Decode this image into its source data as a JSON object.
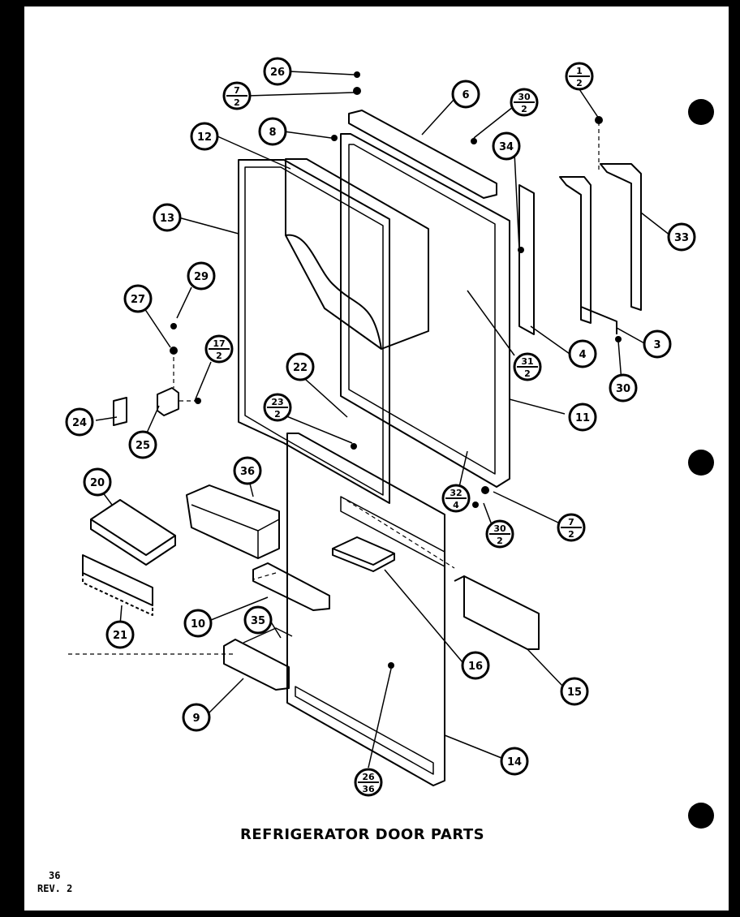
{
  "diagram": {
    "title": "REFRIGERATOR DOOR PARTS",
    "page_number": "36",
    "revision": "REV. 2",
    "callouts": [
      {
        "id": "c26a",
        "top": "26"
      },
      {
        "id": "c7_2a",
        "top": "7",
        "bottom": "2"
      },
      {
        "id": "c8",
        "top": "8"
      },
      {
        "id": "c12",
        "top": "12"
      },
      {
        "id": "c6",
        "top": "6"
      },
      {
        "id": "c30_2a",
        "top": "30",
        "bottom": "2"
      },
      {
        "id": "c1_2",
        "top": "1",
        "bottom": "2"
      },
      {
        "id": "c34",
        "top": "34"
      },
      {
        "id": "c13",
        "top": "13"
      },
      {
        "id": "c33",
        "top": "33"
      },
      {
        "id": "c29",
        "top": "29"
      },
      {
        "id": "c27",
        "top": "27"
      },
      {
        "id": "c17_2",
        "top": "17",
        "bottom": "2"
      },
      {
        "id": "c31_2",
        "top": "31",
        "bottom": "2"
      },
      {
        "id": "c4",
        "top": "4"
      },
      {
        "id": "c3",
        "top": "3"
      },
      {
        "id": "c30b",
        "top": "30"
      },
      {
        "id": "c22",
        "top": "22"
      },
      {
        "id": "c23_2",
        "top": "23",
        "bottom": "2"
      },
      {
        "id": "c24",
        "top": "24"
      },
      {
        "id": "c25",
        "top": "25"
      },
      {
        "id": "c11",
        "top": "11"
      },
      {
        "id": "c36",
        "top": "36"
      },
      {
        "id": "c20",
        "top": "20"
      },
      {
        "id": "c32_4",
        "top": "32",
        "bottom": "4"
      },
      {
        "id": "c30_2b",
        "top": "30",
        "bottom": "2"
      },
      {
        "id": "c7_2b",
        "top": "7",
        "bottom": "2"
      },
      {
        "id": "c10",
        "top": "10"
      },
      {
        "id": "c35",
        "top": "35"
      },
      {
        "id": "c21",
        "top": "21"
      },
      {
        "id": "c16",
        "top": "16"
      },
      {
        "id": "c15",
        "top": "15"
      },
      {
        "id": "c9",
        "top": "9"
      },
      {
        "id": "c14",
        "top": "14"
      },
      {
        "id": "c26_36",
        "top": "26",
        "bottom": "36"
      }
    ]
  }
}
